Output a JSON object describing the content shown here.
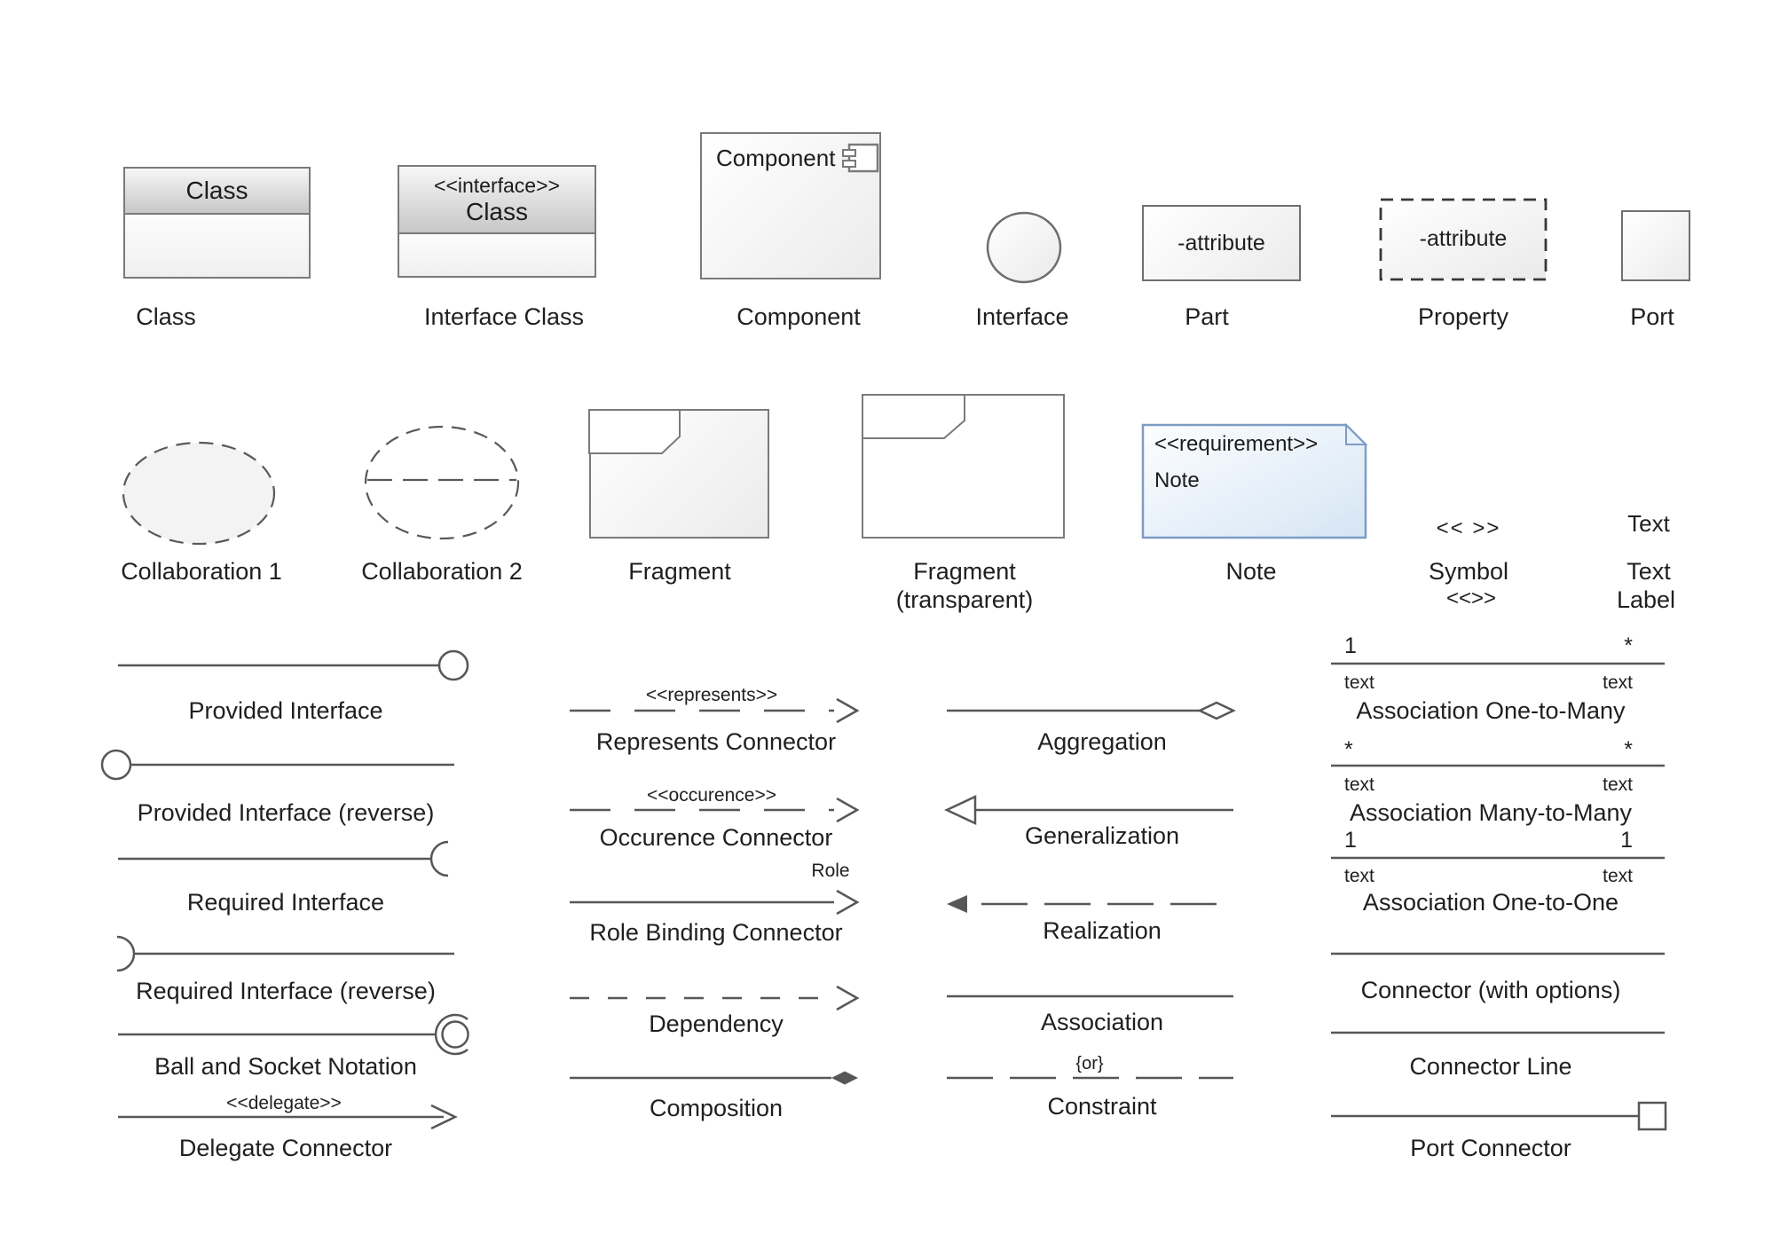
{
  "row1": {
    "class": {
      "header": "Class",
      "caption": "Class"
    },
    "interface_class": {
      "stereotype": "<<interface>>",
      "name": "Class",
      "caption": "Interface Class"
    },
    "component": {
      "name": "Component",
      "caption": "Component"
    },
    "interface": {
      "caption": "Interface"
    },
    "part": {
      "attribute": "-attribute",
      "caption": "Part"
    },
    "property": {
      "attribute": "-attribute",
      "caption": "Property"
    },
    "port": {
      "caption": "Port"
    }
  },
  "row2": {
    "collaboration1": {
      "caption": "Collaboration 1"
    },
    "collaboration2": {
      "caption": "Collaboration 2"
    },
    "fragment": {
      "caption": "Fragment"
    },
    "fragment_transparent": {
      "caption_line1": "Fragment",
      "caption_line2": "(transparent)"
    },
    "note": {
      "stereotype": "<<requirement>>",
      "body": "Note",
      "caption": "Note"
    },
    "symbol": {
      "glyph": "<< >>",
      "caption_line1": "Symbol",
      "caption_line2": "<<>>"
    },
    "text_label": {
      "glyph": "Text",
      "caption_line1": "Text",
      "caption_line2": "Label"
    }
  },
  "connectors": {
    "provided_interface": {
      "caption": "Provided Interface"
    },
    "provided_interface_reverse": {
      "caption": "Provided Interface (reverse)"
    },
    "required_interface": {
      "caption": "Required Interface"
    },
    "required_interface_reverse": {
      "caption": "Required Interface (reverse)"
    },
    "ball_and_socket": {
      "caption": "Ball and Socket Notation"
    },
    "delegate": {
      "stereotype": "<<delegate>>",
      "caption": "Delegate Connector"
    },
    "represents": {
      "stereotype": "<<represents>>",
      "caption": "Represents Connector"
    },
    "occurence": {
      "stereotype": "<<occurence>>",
      "caption": "Occurence Connector"
    },
    "role_binding": {
      "role": "Role",
      "caption": "Role Binding Connector"
    },
    "dependency": {
      "caption": "Dependency"
    },
    "composition": {
      "caption": "Composition"
    },
    "aggregation": {
      "caption": "Aggregation"
    },
    "generalization": {
      "caption": "Generalization"
    },
    "realization": {
      "caption": "Realization"
    },
    "association": {
      "caption": "Association"
    },
    "constraint": {
      "constraint_text": "{or}",
      "caption": "Constraint"
    },
    "association_one_to_many": {
      "left_multiplicity": "1",
      "right_multiplicity": "*",
      "left_role": "text",
      "right_role": "text",
      "caption": "Association One-to-Many"
    },
    "association_many_to_many": {
      "left_multiplicity": "*",
      "right_multiplicity": "*",
      "left_role": "text",
      "right_role": "text",
      "caption": "Association Many-to-Many"
    },
    "association_one_to_one": {
      "left_multiplicity": "1",
      "right_multiplicity": "1",
      "left_role": "text",
      "right_role": "text",
      "caption": "Association One-to-One"
    },
    "connector_with_options": {
      "caption": "Connector (with options)"
    },
    "connector_line": {
      "caption": "Connector Line"
    },
    "port_connector": {
      "caption": "Port Connector"
    }
  },
  "colors": {
    "line": "#575757",
    "shape_border": "#7a7a7a",
    "note_border": "#7d9cc4",
    "note_fill_end": "#d5e5f4",
    "text": "#1f1f1f"
  }
}
